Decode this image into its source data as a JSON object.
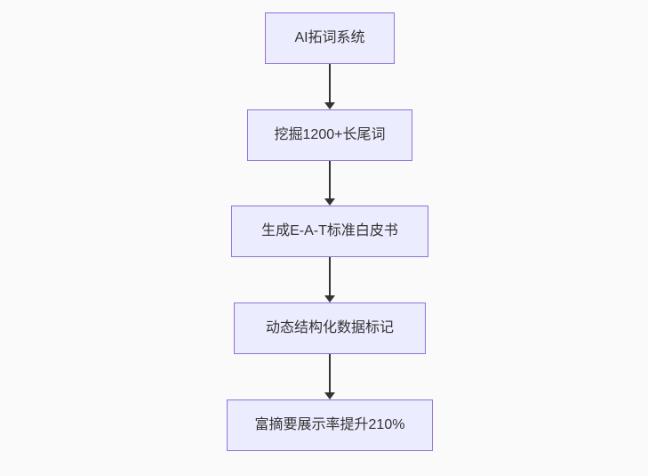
{
  "flowchart": {
    "type": "flowchart",
    "direction": "top-down",
    "nodes": [
      {
        "id": "n1",
        "label": "AI拓词系统"
      },
      {
        "id": "n2",
        "label": "挖掘1200+长尾词"
      },
      {
        "id": "n3",
        "label": "生成E-A-T标准白皮书"
      },
      {
        "id": "n4",
        "label": "动态结构化数据标记"
      },
      {
        "id": "n5",
        "label": "富摘要展示率提升210%"
      }
    ],
    "edges": [
      {
        "from": "n1",
        "to": "n2"
      },
      {
        "from": "n2",
        "to": "n3"
      },
      {
        "from": "n3",
        "to": "n4"
      },
      {
        "from": "n4",
        "to": "n5"
      }
    ]
  },
  "colors": {
    "canvas-bg": "#fafafa",
    "node-fill": "#ECECFF",
    "node-border": "#9370DB",
    "node-text": "#333333",
    "edge": "#333333"
  }
}
